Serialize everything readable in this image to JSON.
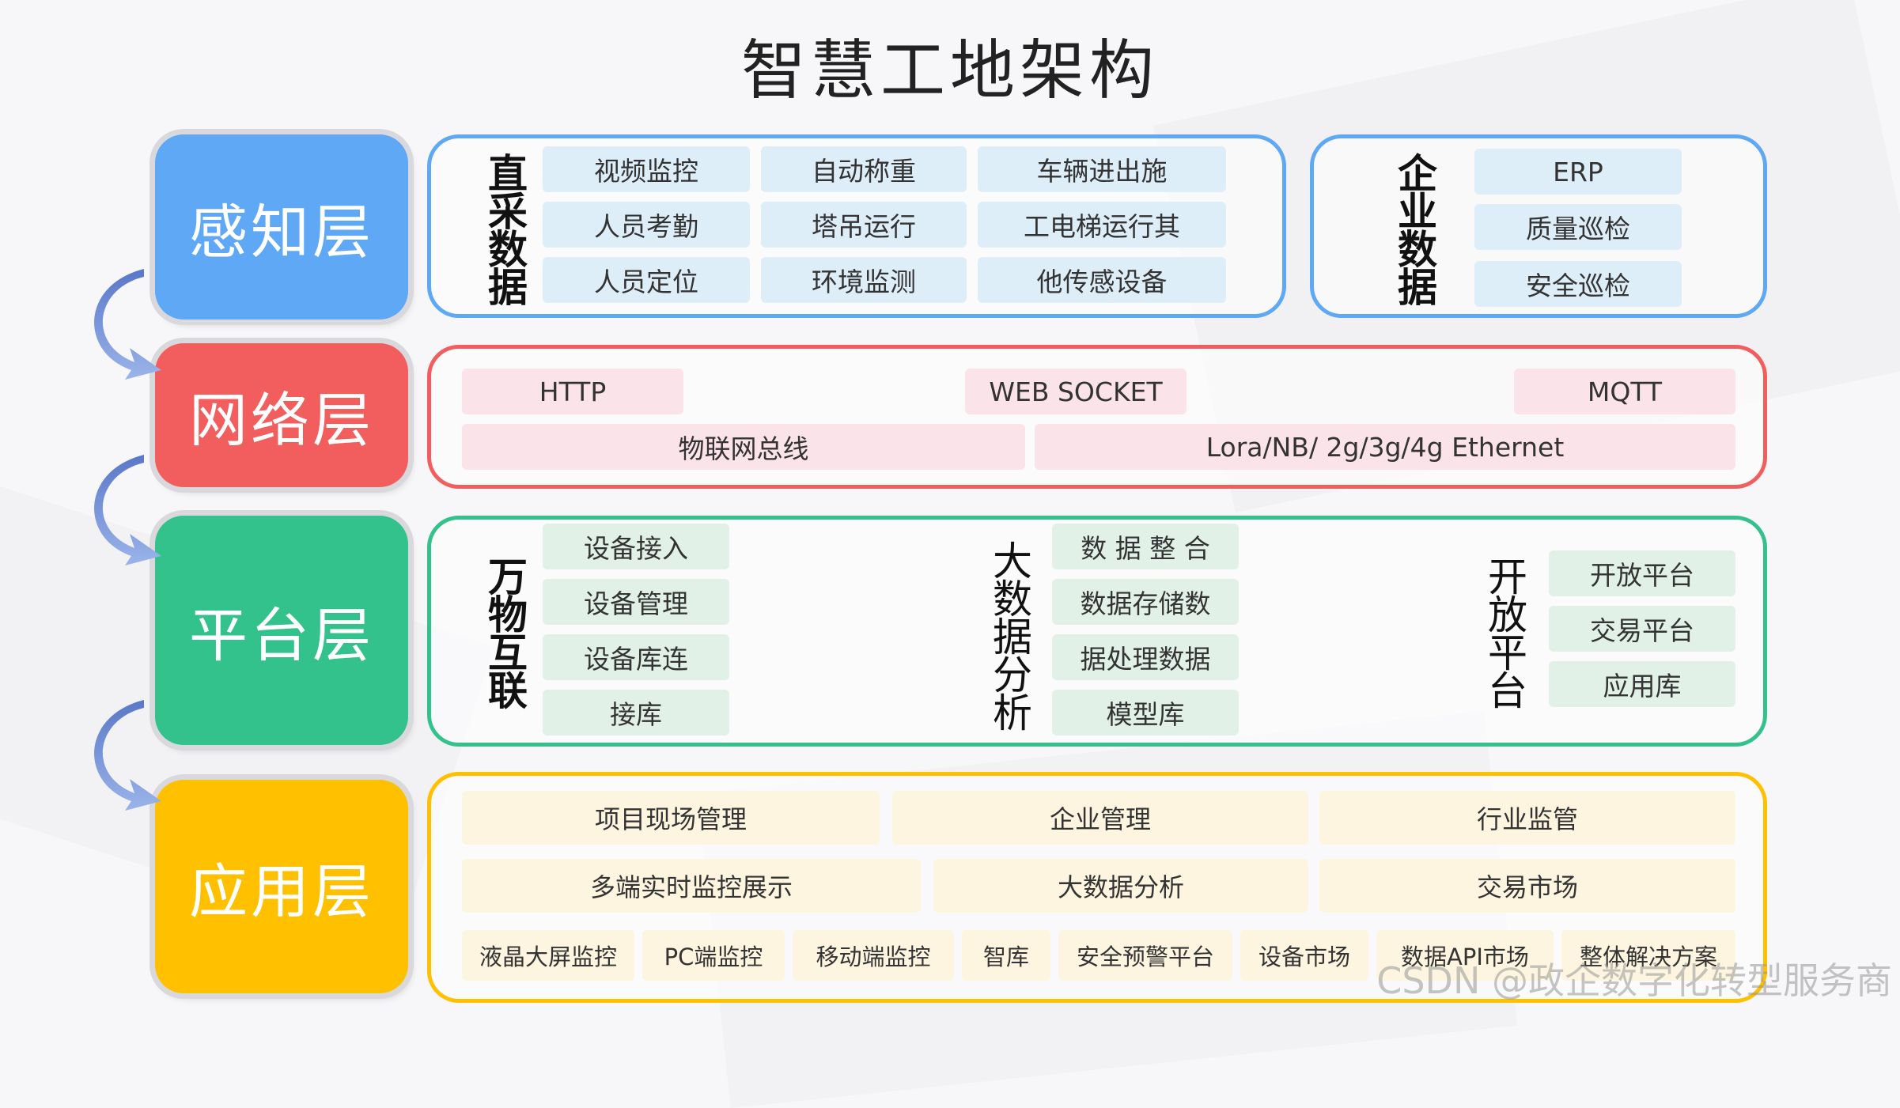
{
  "title": "智慧工地架构",
  "colors": {
    "perception": "#5fa8f5",
    "network": "#f25e5e",
    "platform": "#33c28b",
    "application": "#ffc000"
  },
  "layers": {
    "perception": "感知层",
    "network": "网络层",
    "platform": "平台层",
    "application": "应用层"
  },
  "perception": {
    "direct_label": [
      "直",
      "采",
      "数",
      "据"
    ],
    "direct_items": [
      "视频监控",
      "自动称重",
      "车辆进出施",
      "人员考勤",
      "塔吊运行",
      "工电梯运行其",
      "人员定位",
      "环境监测",
      "他传感设备"
    ],
    "enterprise_label": [
      "企",
      "业",
      "数",
      "据"
    ],
    "enterprise_items": [
      "ERP",
      "质量巡检",
      "安全巡检"
    ]
  },
  "network": {
    "protocols": [
      "HTTP",
      "WEB SOCKET",
      "MQTT"
    ],
    "bus": "物联网总线",
    "links": "Lora/NB/ 2g/3g/4g Ethernet"
  },
  "platform": {
    "iot_label": [
      "万",
      "物",
      "互",
      "联"
    ],
    "iot_items": [
      "设备接入",
      "设备管理",
      "设备库连",
      "接库"
    ],
    "bigdata_label": [
      "大",
      "数",
      "据",
      "分",
      "析"
    ],
    "bigdata_items": [
      "数 据 整 合",
      "数据存储数",
      "据处理数据",
      "模型库"
    ],
    "open_label": [
      "开",
      "放",
      "平",
      "台"
    ],
    "open_items": [
      "开放平台",
      "交易平台",
      "应用库"
    ]
  },
  "application": {
    "row1": [
      "项目现场管理",
      "企业管理",
      "行业监管"
    ],
    "row2": [
      "多端实时监控展示",
      "大数据分析",
      "交易市场"
    ],
    "row3": [
      "液晶大屏监控",
      "PC端监控",
      "移动端监控",
      "智库",
      "安全预警平台",
      "设备市场",
      "数据API市场",
      "整体解决方案"
    ]
  },
  "watermark": "CSDN @政企数字化转型服务商"
}
